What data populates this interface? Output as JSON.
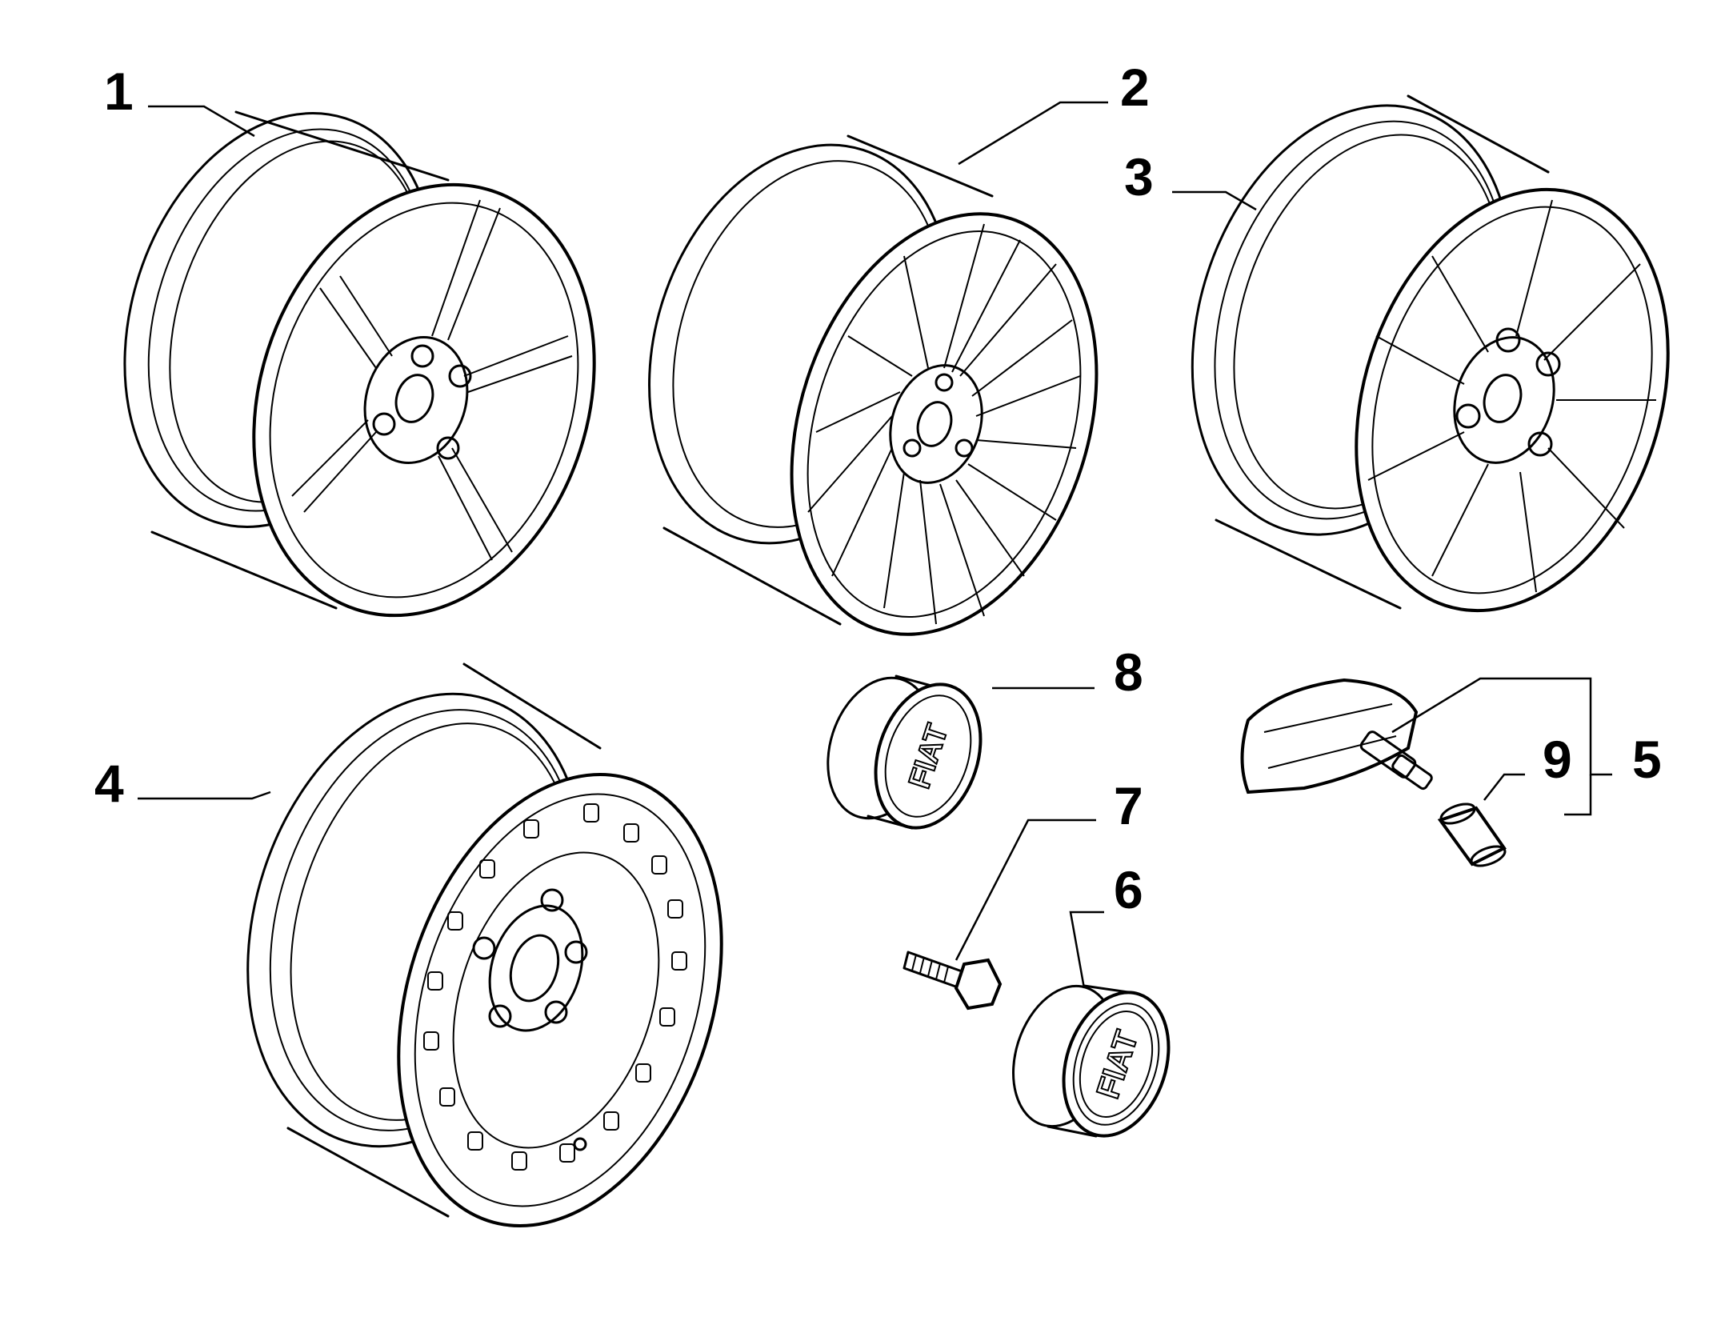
{
  "diagram": {
    "callouts": [
      {
        "id": "c1",
        "label": "1",
        "part": "alloy-wheel-5-double-spoke"
      },
      {
        "id": "c2",
        "label": "2",
        "part": "alloy-wheel-multi-spoke"
      },
      {
        "id": "c3",
        "label": "3",
        "part": "alloy-wheel-10-spoke"
      },
      {
        "id": "c4",
        "label": "4",
        "part": "steel-wheel"
      },
      {
        "id": "c5",
        "label": "5",
        "part": "tyre-pressure-sensor-kit"
      },
      {
        "id": "c6",
        "label": "6",
        "part": "hub-cap-small"
      },
      {
        "id": "c7",
        "label": "7",
        "part": "wheel-bolt"
      },
      {
        "id": "c8",
        "label": "8",
        "part": "hub-cap-large"
      },
      {
        "id": "c9",
        "label": "9",
        "part": "valve-cap"
      }
    ],
    "logo_text_cap8": "FIAT",
    "logo_text_cap6": "FIAT",
    "line_color": "#000000",
    "background_color": "#ffffff"
  }
}
